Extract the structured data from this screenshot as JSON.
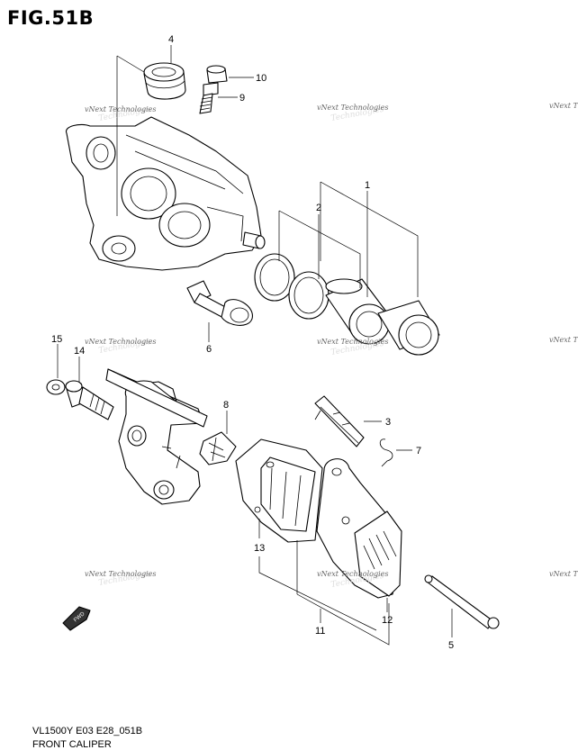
{
  "figure": {
    "title": "FIG.51B",
    "model_code": "VL1500Y E03 E28_051B",
    "caption": "FRONT CALIPER"
  },
  "callouts": [
    "1",
    "2",
    "3",
    "4",
    "5",
    "6",
    "7",
    "8",
    "9",
    "10",
    "11",
    "12",
    "13",
    "14",
    "15"
  ],
  "watermark": {
    "text": "vNext Technologies",
    "ghost_text": "Technologies",
    "partial_left": "vNext T"
  },
  "fwd_label": "FWD",
  "colors": {
    "line": "#000000",
    "background": "#ffffff",
    "watermark": "#666666"
  }
}
